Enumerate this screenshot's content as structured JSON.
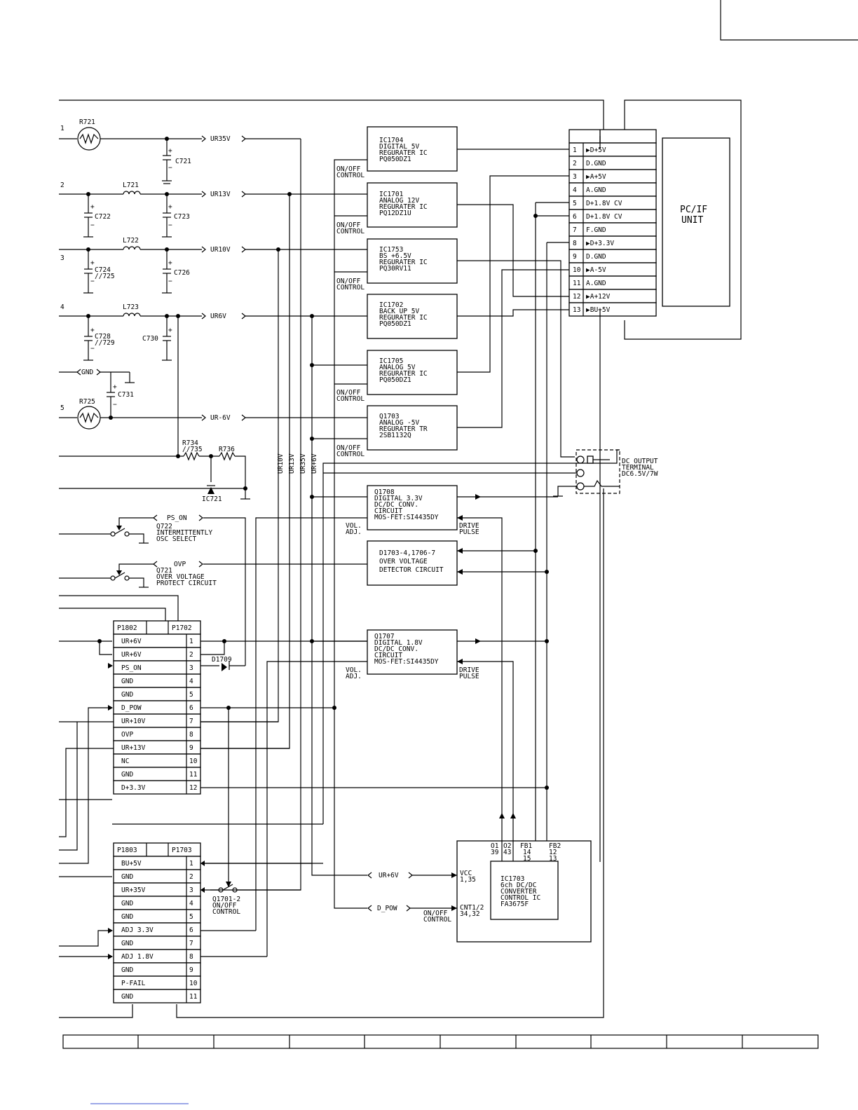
{
  "inputs": [
    "1",
    "2",
    "3",
    "4",
    "5"
  ],
  "components": {
    "r721": "R721",
    "r725": "R725",
    "r734": "R734",
    "r734b": "//735",
    "r736": "R736",
    "l721": "L721",
    "l722": "L722",
    "l723": "L723",
    "c721": "C721",
    "c722": "C722",
    "c723": "C723",
    "c724": "C724",
    "c724b": "//725",
    "c726": "C726",
    "c728": "C728",
    "c728b": "//729",
    "c730": "C730",
    "c731": "C731",
    "ic721": "IC721",
    "d1709": "D1709"
  },
  "rails": {
    "ur35": "UR35V",
    "ur13": "UR13V",
    "ur10": "UR10V",
    "ur6": "UR6V",
    "gnd": "GND",
    "urm6": "UR-6V",
    "vert": [
      "UR10V",
      "UR13V",
      "UR35V",
      "UR+6V"
    ]
  },
  "signals": {
    "ps_on": "PS_ON",
    "ovp": "OVP",
    "q722": [
      "Q722",
      "INTERMITTENTLY",
      "OSC SELECT"
    ],
    "q721": [
      "Q721",
      "OVER VOLTAGE",
      "PROTECT CIRCUIT"
    ],
    "q1701": [
      "Q1701-2",
      "ON/OFF",
      "CONTROL"
    ],
    "urp6": "UR+6V",
    "d_pow": "D_POW"
  },
  "onoff": [
    "ON/OFF",
    "CONTROL"
  ],
  "regulators": [
    {
      "lines": [
        "IC1704",
        "DIGITAL 5V",
        "REGURATER IC",
        "PQ050DZ1"
      ],
      "onoff": true
    },
    {
      "lines": [
        "IC1701",
        "ANALOG 12V",
        "REGURATER IC",
        "PQ12DZ1U"
      ],
      "onoff": true
    },
    {
      "lines": [
        "IC1753",
        "BS +6.5V",
        "REGURATER IC",
        "PQ30RV11"
      ],
      "onoff": true
    },
    {
      "lines": [
        "IC1702",
        "BACK UP 5V",
        "REGURATER IC",
        "PQ050DZ1"
      ],
      "onoff": false
    },
    {
      "lines": [
        "IC1705",
        "ANALOG 5V",
        "REGURATER IC",
        "PQ050DZ1"
      ],
      "onoff": true
    },
    {
      "lines": [
        "Q1703",
        "ANALOG -5V",
        "REGURATER TR",
        "2SB1132Q"
      ],
      "onoff": true
    }
  ],
  "dcdc": [
    {
      "lines": [
        "Q1708",
        "DIGITAL 3.3V",
        "DC/DC CONV.",
        "CIRCUIT",
        "MOS-FET:SI4435DY"
      ],
      "vol": [
        "VOL.",
        "ADJ."
      ],
      "drive": [
        "DRIVE",
        "PULSE"
      ]
    },
    {
      "lines": [
        "Q1707",
        "DIGITAL 1.8V",
        "DC/DC CONV.",
        "CIRCUIT",
        "MOS-FET:SI4435DY"
      ],
      "vol": [
        "VOL.",
        "ADJ."
      ],
      "drive": [
        "DRIVE",
        "PULSE"
      ]
    }
  ],
  "ovp_block": [
    "D1703-4,1706-7",
    "OVER VOLTAGE",
    "DETECTOR CIRCUIT"
  ],
  "dc_output": [
    "DC OUTPUT",
    "TERMINAL",
    "DC6.5V/7W"
  ],
  "pcif": {
    "title": [
      "PC/IF",
      "UNIT"
    ],
    "pins": [
      "1",
      "2",
      "3",
      "4",
      "5",
      "6",
      "7",
      "8",
      "9",
      "10",
      "11",
      "12",
      "13"
    ],
    "names": [
      "▶D+5V",
      "D.GND",
      "▶A+5V",
      "A.GND",
      "D+1.8V CV",
      "D+1.8V CV",
      "F.GND",
      "▶D+3.3V",
      "D.GND",
      "▶A-5V",
      "A.GND",
      "▶A+12V",
      "▶BU+5V"
    ]
  },
  "p1802": {
    "left": "P1802",
    "right": "P1702",
    "pins": [
      "UR+6V",
      "UR+6V",
      "PS_ON",
      "GND",
      "GND",
      "D_POW",
      "UR+10V",
      "OVP",
      "UR+13V",
      "NC",
      "GND",
      "D+3.3V"
    ],
    "nums": [
      "1",
      "2",
      "3",
      "4",
      "5",
      "6",
      "7",
      "8",
      "9",
      "10",
      "11",
      "12"
    ]
  },
  "p1803": {
    "left": "P1803",
    "right": "P1703",
    "pins": [
      "BU+5V",
      "GND",
      "UR+35V",
      "GND",
      "GND",
      "ADJ 3.3V",
      "GND",
      "ADJ 1.8V",
      "GND",
      "P-FAIL",
      "GND"
    ],
    "nums": [
      "1",
      "2",
      "3",
      "4",
      "5",
      "6",
      "7",
      "8",
      "9",
      "10",
      "11"
    ]
  },
  "ic1703": {
    "lines": [
      "IC1703",
      "6ch DC/DC",
      "CONVERTER",
      "CONTROL IC",
      "FA3675F"
    ],
    "top": [
      [
        "O1",
        "39"
      ],
      [
        "O2",
        "43"
      ],
      [
        "FB1",
        "14",
        "15"
      ],
      [
        "FB2",
        "12",
        "13"
      ]
    ],
    "vcc": [
      "VCC",
      "1,35"
    ],
    "cnt": [
      "CNT1/2",
      "34,32"
    ],
    "onoff": [
      "ON/OFF",
      "CONTROL"
    ]
  }
}
